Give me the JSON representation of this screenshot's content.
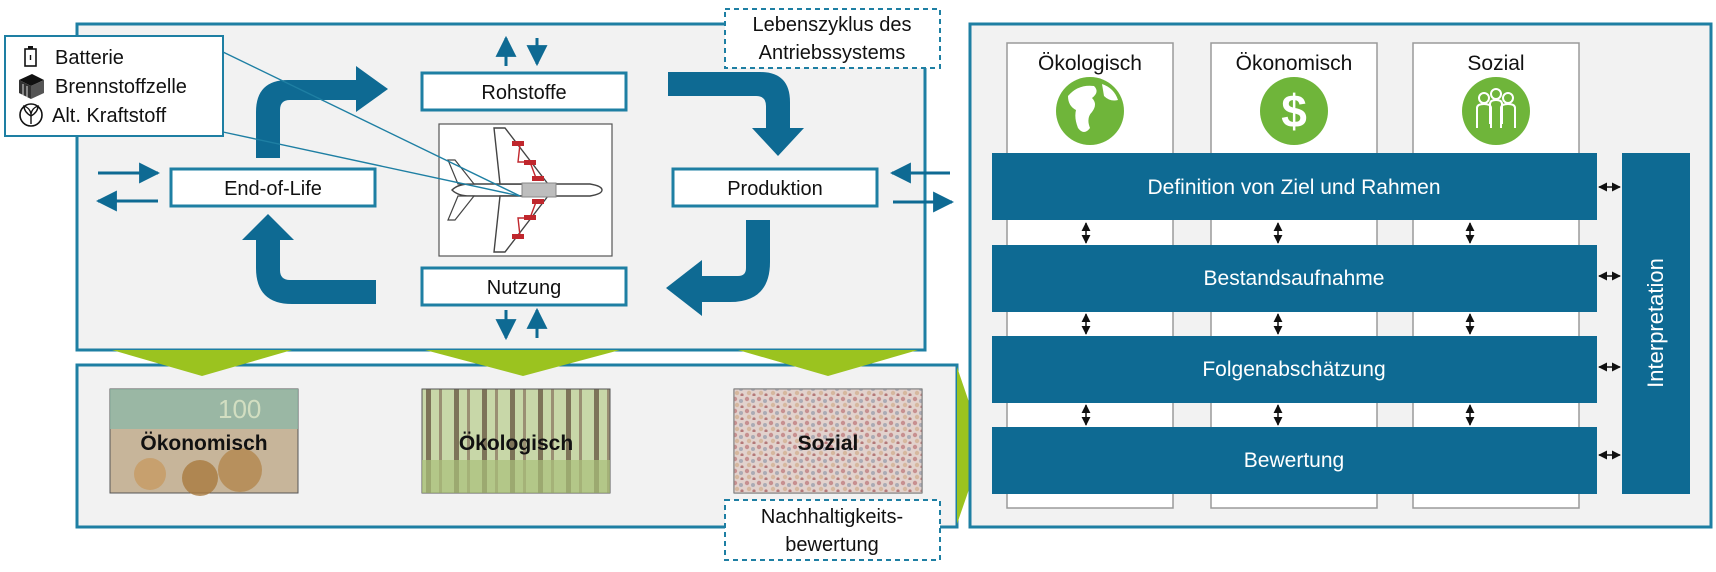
{
  "colors": {
    "blue": "#0e6a93",
    "frame": "#1e7fa3",
    "panel_bg": "#f2f2f2",
    "green": "#9bc31f",
    "icon_green": "#6fb53a"
  },
  "lifecycle": {
    "title_line1": "Lebenszyklus des",
    "title_line2": "Antriebssystems",
    "stages": {
      "rohstoffe": "Rohstoffe",
      "produktion": "Produktion",
      "nutzung": "Nutzung",
      "end_of_life": "End-of-Life"
    },
    "center_icon": "airplane-icon"
  },
  "legend": {
    "items": [
      {
        "icon": "battery-icon",
        "label": "Batterie"
      },
      {
        "icon": "fuel-cell-icon",
        "label": "Brennstoffzelle"
      },
      {
        "icon": "leaf-fuel-icon",
        "label": "Alt. Kraftstoff"
      }
    ]
  },
  "sustainability": {
    "title_line1": "Nachhaltigkeits-",
    "title_line2": "bewertung",
    "pillars": [
      {
        "label": "Ökonomisch",
        "image": "money-photo"
      },
      {
        "label": "Ökologisch",
        "image": "forest-photo"
      },
      {
        "label": "Sozial",
        "image": "crowd-photo"
      }
    ]
  },
  "lca": {
    "columns": [
      {
        "label": "Ökologisch",
        "icon": "globe-icon"
      },
      {
        "label": "Ökonomisch",
        "icon": "dollar-icon"
      },
      {
        "label": "Sozial",
        "icon": "people-icon"
      }
    ],
    "phases": [
      "Definition von Ziel und Rahmen",
      "Bestandsaufnahme",
      "Folgenabschätzung",
      "Bewertung"
    ],
    "interpretation": "Interpretation"
  }
}
